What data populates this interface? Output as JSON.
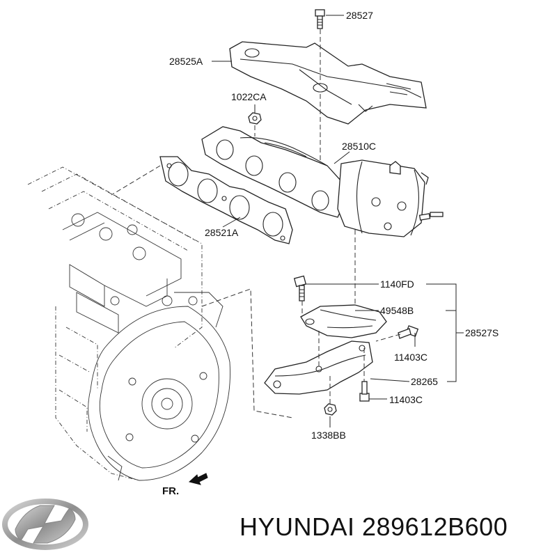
{
  "labels": {
    "p28527": "28527",
    "p28525A": "28525A",
    "p1022CA": "1022CA",
    "p28510C": "28510C",
    "p28521A": "28521A",
    "p1140FD": "1140FD",
    "p49548B": "49548B",
    "p28527S": "28527S",
    "p11403C_a": "11403C",
    "p28265": "28265",
    "p11403C_b": "11403C",
    "p1338BB": "1338BB"
  },
  "front_marker": "FR.",
  "brand_text": "HYUNDAI 289612B600",
  "logo": "hyundai-logo-icon",
  "colors": {
    "ink": "#111111",
    "logo": "#9a9a9a",
    "background": "#ffffff"
  }
}
